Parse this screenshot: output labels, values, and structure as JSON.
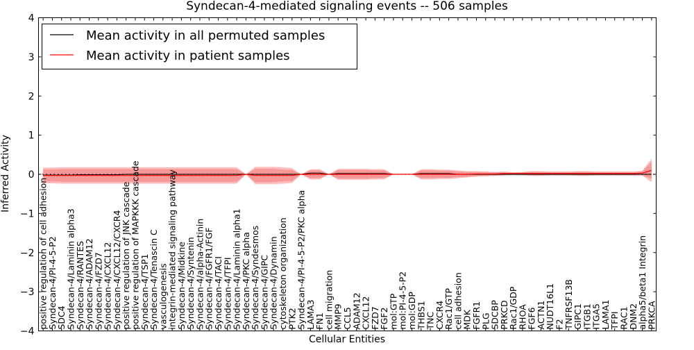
{
  "chart_data": {
    "type": "line",
    "title": "Syndecan-4-mediated signaling events -- 506 samples",
    "xlabel": "Cellular Entities",
    "ylabel": "Inferred Activity",
    "ylim": [
      -4,
      4
    ],
    "yticks": [
      "−4",
      "−3",
      "−2",
      "−1",
      "0",
      "1",
      "2",
      "3",
      "4"
    ],
    "ytick_values": [
      -4,
      -3,
      -2,
      -1,
      0,
      1,
      2,
      3,
      4
    ],
    "legend_placement": "top-left",
    "colors": {
      "permuted": "#000000",
      "patient": "#ff0000",
      "patient_band": "#f08080",
      "permuted_band": "#c8c8c8"
    },
    "categories": [
      "positive regulation of cell adhesion",
      "Syndecan-4/PI-4-5-P2",
      "SDC4",
      "Syndecan-4/Laminin alpha3",
      "Syndecan-4/RANTES",
      "Syndecan-4/ADAM12",
      "Syndecan-4/FZD7",
      "Syndecan-4/CXCL12",
      "Syndecan-4/CXCL12/CXCR4",
      "positive regulation of JNK cascade",
      "positive regulation of MAPKKK cascade",
      "Syndecan-4/TSP1",
      "Syndecan-4/Tenascin C",
      "vasculogenesis",
      "integrin-mediated signaling pathway",
      "Syndecan-4/Midkine",
      "Syndecan-4/Syntenin",
      "Syndecan-4/alpha-Actinin",
      "Syndecan-4/FGFR1/FGF",
      "Syndecan-4/TACI",
      "Syndecan-4/TFPI",
      "Syndecan-4/Laminin alpha1",
      "Syndecan-4/PKC alpha",
      "Syndecan-4/Syndesmos",
      "Syndecan-4/GIPC",
      "Syndecan-4/Dynamin",
      "cytoskeleton organization",
      "PTK2",
      "Syndecan-4/PI-4-5-P2/PKC alpha",
      "LAMA3",
      "FN1",
      "cell migration",
      "MMP9",
      "CCL5",
      "ADAM12",
      "CXCL12",
      "FZD7",
      "FGF2",
      "mol:GTP",
      "mol:PI-4-5-P2",
      "mol:GDP",
      "THBS1",
      "TNC",
      "CXCR4",
      "Rac1/GTP",
      "cell adhesion",
      "MDK",
      "FGFR1",
      "PLG",
      "SDCBP",
      "PRKCD",
      "Rac1/GDP",
      "RHOA",
      "FGF6",
      "ACTN1",
      "NUDT16L1",
      "F2",
      "TNFRSF13B",
      "GIPC1",
      "ITGB1",
      "ITGA5",
      "LAMA1",
      "TFPI",
      "RAC1",
      "DNM2",
      "alpha5/beta1 Integrin",
      "PRKCA"
    ],
    "series": [
      {
        "name": "Mean activity in all permuted samples",
        "values": [
          -0.02,
          -0.02,
          -0.02,
          -0.02,
          -0.01,
          -0.01,
          -0.01,
          -0.01,
          -0.01,
          0.0,
          0.0,
          0.0,
          0.0,
          0.0,
          0.0,
          0.0,
          0.0,
          0.0,
          0.0,
          0.0,
          0.0,
          0.0,
          0.0,
          0.0,
          0.0,
          0.0,
          0.0,
          0.0,
          0.0,
          0.03,
          0.03,
          0.0,
          0.02,
          0.02,
          0.02,
          0.02,
          0.02,
          0.02,
          0.0,
          0.0,
          0.0,
          0.02,
          0.02,
          0.02,
          0.02,
          0.0,
          0.0,
          0.0,
          0.0,
          0.0,
          0.0,
          0.0,
          0.0,
          0.0,
          0.0,
          0.0,
          0.0,
          0.0,
          0.0,
          0.0,
          0.0,
          0.0,
          0.0,
          0.0,
          0.0,
          0.0,
          0.0
        ]
      },
      {
        "name": "Mean activity in patient samples",
        "values": [
          -0.03,
          -0.03,
          -0.03,
          -0.03,
          -0.03,
          -0.03,
          -0.03,
          -0.03,
          -0.03,
          -0.03,
          -0.03,
          -0.03,
          -0.03,
          -0.03,
          -0.03,
          -0.03,
          -0.03,
          -0.03,
          -0.03,
          -0.03,
          -0.03,
          -0.03,
          0.0,
          -0.03,
          -0.03,
          -0.03,
          -0.03,
          -0.03,
          0.0,
          0.0,
          0.0,
          0.0,
          0.0,
          0.0,
          0.0,
          0.0,
          0.0,
          0.0,
          0.0,
          0.0,
          0.0,
          0.0,
          0.0,
          0.0,
          0.0,
          0.0,
          0.0,
          0.01,
          0.01,
          0.01,
          0.02,
          0.02,
          0.02,
          0.02,
          0.02,
          0.02,
          0.02,
          0.02,
          0.02,
          0.02,
          0.02,
          0.02,
          0.02,
          0.02,
          0.02,
          0.03,
          0.1
        ]
      }
    ],
    "patient_spread_inner": [
      0.15,
      0.15,
      0.16,
      0.16,
      0.16,
      0.16,
      0.16,
      0.16,
      0.16,
      0.16,
      0.16,
      0.16,
      0.16,
      0.16,
      0.16,
      0.16,
      0.16,
      0.16,
      0.16,
      0.16,
      0.16,
      0.16,
      0.0,
      0.17,
      0.17,
      0.17,
      0.15,
      0.14,
      0.0,
      0.1,
      0.1,
      0.0,
      0.11,
      0.11,
      0.11,
      0.11,
      0.1,
      0.1,
      0.0,
      0.0,
      0.0,
      0.1,
      0.1,
      0.09,
      0.09,
      0.07,
      0.06,
      0.05,
      0.04,
      0.04,
      0.03,
      0.02,
      0.03,
      0.04,
      0.04,
      0.03,
      0.03,
      0.03,
      0.04,
      0.04,
      0.03,
      0.03,
      0.03,
      0.03,
      0.03,
      0.04,
      0.22
    ],
    "patient_spread_outer": [
      0.2,
      0.2,
      0.21,
      0.21,
      0.21,
      0.21,
      0.21,
      0.21,
      0.21,
      0.21,
      0.21,
      0.21,
      0.21,
      0.21,
      0.21,
      0.21,
      0.21,
      0.21,
      0.21,
      0.21,
      0.21,
      0.21,
      0.0,
      0.22,
      0.22,
      0.22,
      0.21,
      0.19,
      0.0,
      0.13,
      0.13,
      0.0,
      0.14,
      0.14,
      0.14,
      0.14,
      0.13,
      0.13,
      0.0,
      0.0,
      0.0,
      0.13,
      0.13,
      0.12,
      0.12,
      0.1,
      0.08,
      0.07,
      0.06,
      0.05,
      0.05,
      0.03,
      0.04,
      0.06,
      0.06,
      0.05,
      0.05,
      0.05,
      0.06,
      0.06,
      0.05,
      0.05,
      0.05,
      0.05,
      0.05,
      0.06,
      0.3
    ],
    "permuted_spread": [
      0.03,
      0.03,
      0.03,
      0.03,
      0.03,
      0.03,
      0.03,
      0.03,
      0.03,
      0.03,
      0.03,
      0.03,
      0.03,
      0.03,
      0.03,
      0.03,
      0.03,
      0.03,
      0.03,
      0.03,
      0.03,
      0.03,
      0.0,
      0.03,
      0.03,
      0.03,
      0.03,
      0.03,
      0.0,
      0.03,
      0.03,
      0.0,
      0.03,
      0.03,
      0.03,
      0.03,
      0.03,
      0.03,
      0.0,
      0.0,
      0.0,
      0.03,
      0.03,
      0.03,
      0.03,
      0.03,
      0.03,
      0.03,
      0.03,
      0.03,
      0.03,
      0.03,
      0.03,
      0.03,
      0.03,
      0.03,
      0.03,
      0.03,
      0.03,
      0.03,
      0.03,
      0.03,
      0.03,
      0.03,
      0.03,
      0.03,
      0.03
    ]
  }
}
